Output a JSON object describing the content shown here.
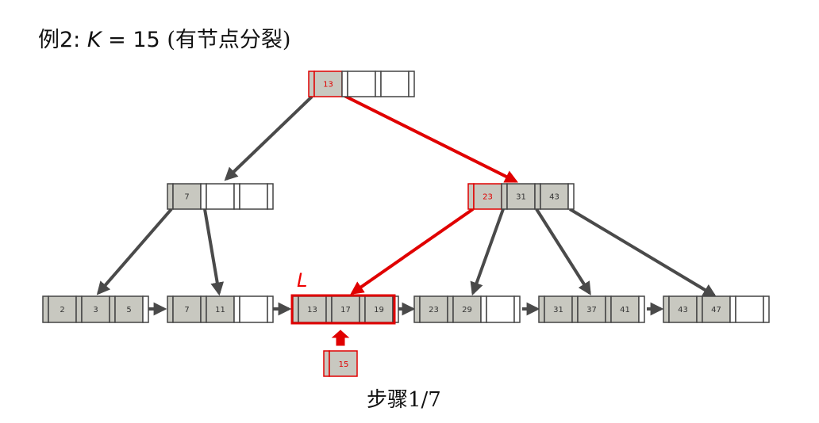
{
  "title": {
    "prefix": "例2:",
    "k": "K",
    "eq": " = 15 ",
    "rest": "(有节点分裂)"
  },
  "leaf_label": "L",
  "step_label": "步骤1/7",
  "colors": {
    "highlight": "#e00000",
    "edge": "#4a4a4a",
    "key_fill": "#c8c8c0",
    "node_border": "#444444"
  },
  "tree": {
    "root": {
      "id": "root",
      "keys": [
        "13"
      ],
      "slots": 3
    },
    "internal": [
      {
        "id": "internal-left",
        "keys": [
          "7"
        ],
        "slots": 3
      },
      {
        "id": "internal-right",
        "keys": [
          "23",
          "31",
          "43"
        ],
        "slots": 3
      }
    ],
    "leaves": [
      {
        "id": "leaf-1",
        "keys": [
          "2",
          "3",
          "5"
        ],
        "slots": 3
      },
      {
        "id": "leaf-2",
        "keys": [
          "7",
          "11"
        ],
        "slots": 3
      },
      {
        "id": "leaf-3",
        "keys": [
          "13",
          "17",
          "19"
        ],
        "slots": 3,
        "highlighted": true
      },
      {
        "id": "leaf-4",
        "keys": [
          "23",
          "29"
        ],
        "slots": 3
      },
      {
        "id": "leaf-5",
        "keys": [
          "31",
          "37",
          "41"
        ],
        "slots": 3
      },
      {
        "id": "leaf-6",
        "keys": [
          "43",
          "47"
        ],
        "slots": 3
      }
    ],
    "insert_key": "15",
    "highlighted_path": [
      "root:13",
      "internal-right:23",
      "leaf-3"
    ]
  }
}
